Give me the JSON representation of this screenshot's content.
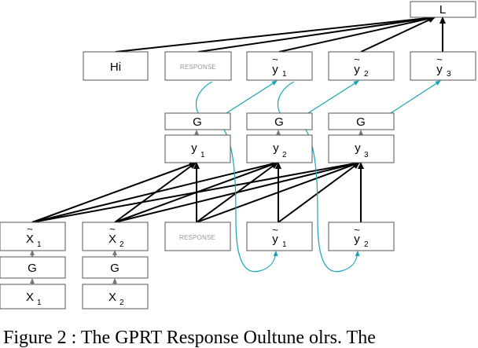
{
  "colors": {
    "box_stroke": "#555555",
    "arrow_black": "#000000",
    "arrow_gray": "#777777",
    "arrow_teal": "#1aa3b8",
    "input_red": "#e02020",
    "response_gray": "#999999"
  },
  "nodes": {
    "L": {
      "label": "L"
    },
    "Hi": {
      "label": "Hi"
    },
    "response_top": {
      "label": "RESPONSE"
    },
    "yt1_top": {
      "base": "y",
      "sub": "1",
      "tilde": "~"
    },
    "yt2_top": {
      "base": "y",
      "sub": "2",
      "tilde": "~"
    },
    "yt3_top": {
      "base": "y",
      "sub": "3",
      "tilde": "~"
    },
    "G_mid1": {
      "label": "G"
    },
    "G_mid2": {
      "label": "G"
    },
    "G_mid3": {
      "label": "G"
    },
    "y1": {
      "base": "y",
      "sub": "1"
    },
    "y2": {
      "base": "y",
      "sub": "2"
    },
    "y3": {
      "base": "y",
      "sub": "3"
    },
    "Xt1": {
      "base": "X",
      "sub": "1",
      "tilde": "~"
    },
    "Xt2": {
      "base": "X",
      "sub": "2",
      "tilde": "~"
    },
    "response_bottom": {
      "label": "RESPONSE"
    },
    "yt1_bottom": {
      "base": "y",
      "sub": "1",
      "tilde": "~"
    },
    "yt2_bottom": {
      "base": "y",
      "sub": "2",
      "tilde": "~"
    },
    "G_bot1": {
      "label": "G"
    },
    "G_bot2": {
      "label": "G"
    },
    "X1": {
      "base": "X",
      "sub": "1"
    },
    "X2": {
      "base": "X",
      "sub": "2"
    }
  },
  "caption": "Figure 2 : The GPRT Response Oultune olrs. The"
}
